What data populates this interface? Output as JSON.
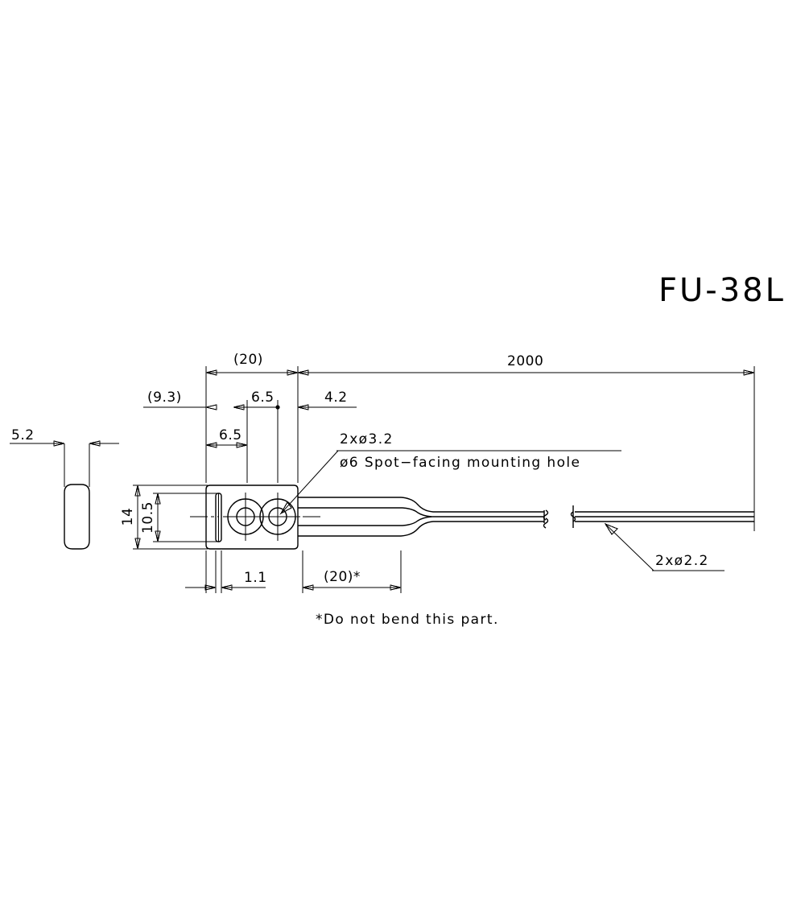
{
  "title": "FU-38L",
  "drawing": {
    "name": "fiber-sensor-head-dimension-drawing",
    "part_label": "FU-38L"
  },
  "dimensions": {
    "overall_cable_length": "2000",
    "body_width_bracket": "(20)",
    "offset_left": "(9.3)",
    "hole_pitch_upper": "6.5",
    "hole_to_edge": "4.2",
    "hole_from_left": "6.5",
    "body_height": "14",
    "slot_height": "10.5",
    "slot_width": "1.1",
    "no_bend_length": "(20)*",
    "side_view_thickness": "5.2"
  },
  "annotations": {
    "mounting_hole_line1": "2xø3.2",
    "mounting_hole_line2": "ø6 Spot−facing mounting hole",
    "cable_diameter": "2xø2.2",
    "footnote": "*Do not bend this part."
  },
  "colors": {
    "line": "#000000",
    "background": "#ffffff",
    "text": "#000000"
  }
}
